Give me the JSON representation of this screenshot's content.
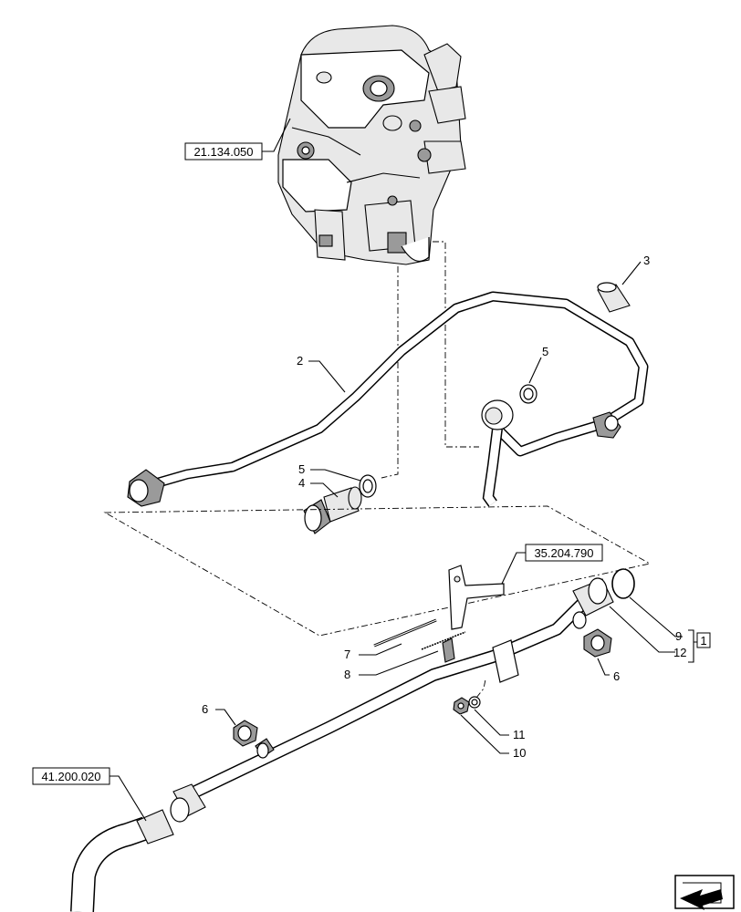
{
  "references": {
    "valve": "21.134.050",
    "bracket": "35.204.790",
    "hose": "41.200.020"
  },
  "callouts": {
    "c2": "2",
    "c3": "3",
    "c4": "4",
    "c5a": "5",
    "c5b": "5",
    "c6a": "6",
    "c6b": "6",
    "c7": "7",
    "c8": "8",
    "c9": "9",
    "c10": "10",
    "c11": "11",
    "c12": "12",
    "kit": "1"
  },
  "icons": {
    "nav": "next-page-arrow-icon"
  }
}
